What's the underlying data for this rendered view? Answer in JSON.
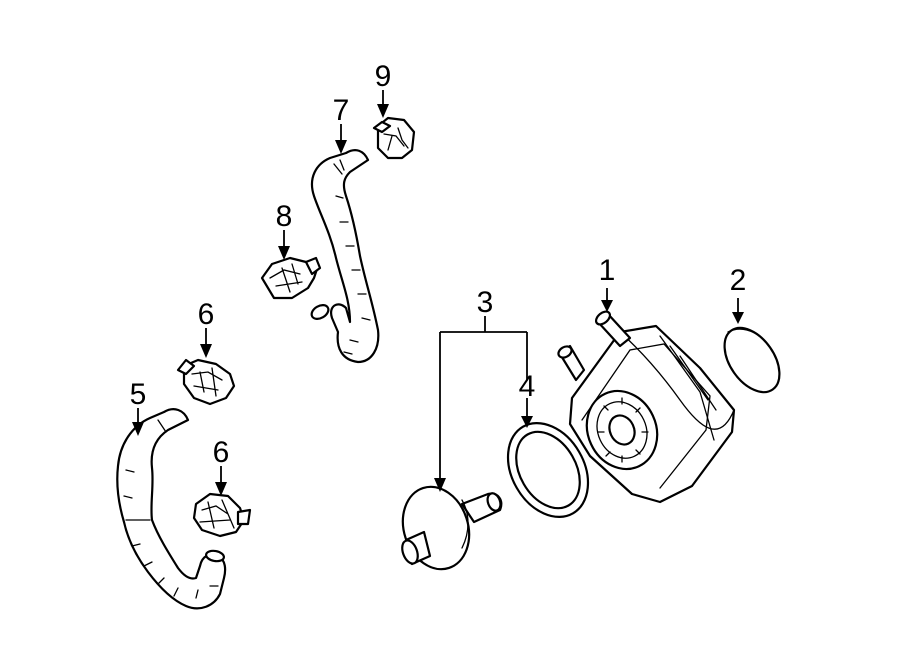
{
  "diagram": {
    "labels": {
      "p1": "1",
      "p2": "2",
      "p3": "3",
      "p4": "4",
      "p5": "5",
      "p6a": "6",
      "p6b": "6",
      "p7": "7",
      "p8": "8",
      "p9": "9"
    }
  }
}
